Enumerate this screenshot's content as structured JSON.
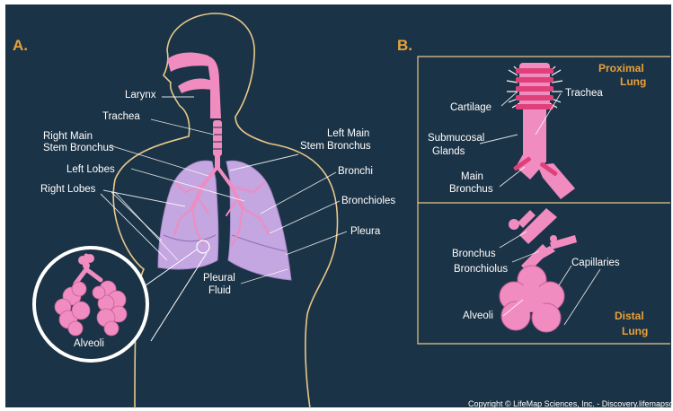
{
  "panels": {
    "a": "A.",
    "b": "B."
  },
  "panel_a": {
    "larynx": "Larynx",
    "trachea": "Trachea",
    "right_main_1": "Right Main",
    "right_main_2": "Stem Bronchus",
    "left_lobes": "Left Lobes",
    "right_lobes": "Right Lobes",
    "left_main_1": "Left Main",
    "left_main_2": "Stem Bronchus",
    "bronchi": "Bronchi",
    "bronchioles": "Bronchioles",
    "pleura": "Pleura",
    "pleural_fluid_1": "Pleural",
    "pleural_fluid_2": "Fluid",
    "alveoli": "Alveoli"
  },
  "panel_b": {
    "proximal_1": "Proximal",
    "proximal_2": "Lung",
    "distal_1": "Distal",
    "distal_2": "Lung",
    "cartilage": "Cartilage",
    "trachea": "Trachea",
    "submucosal_1": "Submucosal",
    "submucosal_2": "Glands",
    "main_bronchus_1": "Main",
    "main_bronchus_2": "Bronchus",
    "bronchus": "Bronchus",
    "bronchiolus": "Bronchiolus",
    "capillaries": "Capillaries",
    "alveoli": "Alveoli"
  },
  "copyright": "Copyright © LifeMap Sciences, Inc. - Discovery.lifemapsc.com",
  "colors": {
    "background": "#1b3346",
    "accent": "#e8a23a",
    "pink": "#f08cc0",
    "lung": "#c4a6e0"
  }
}
